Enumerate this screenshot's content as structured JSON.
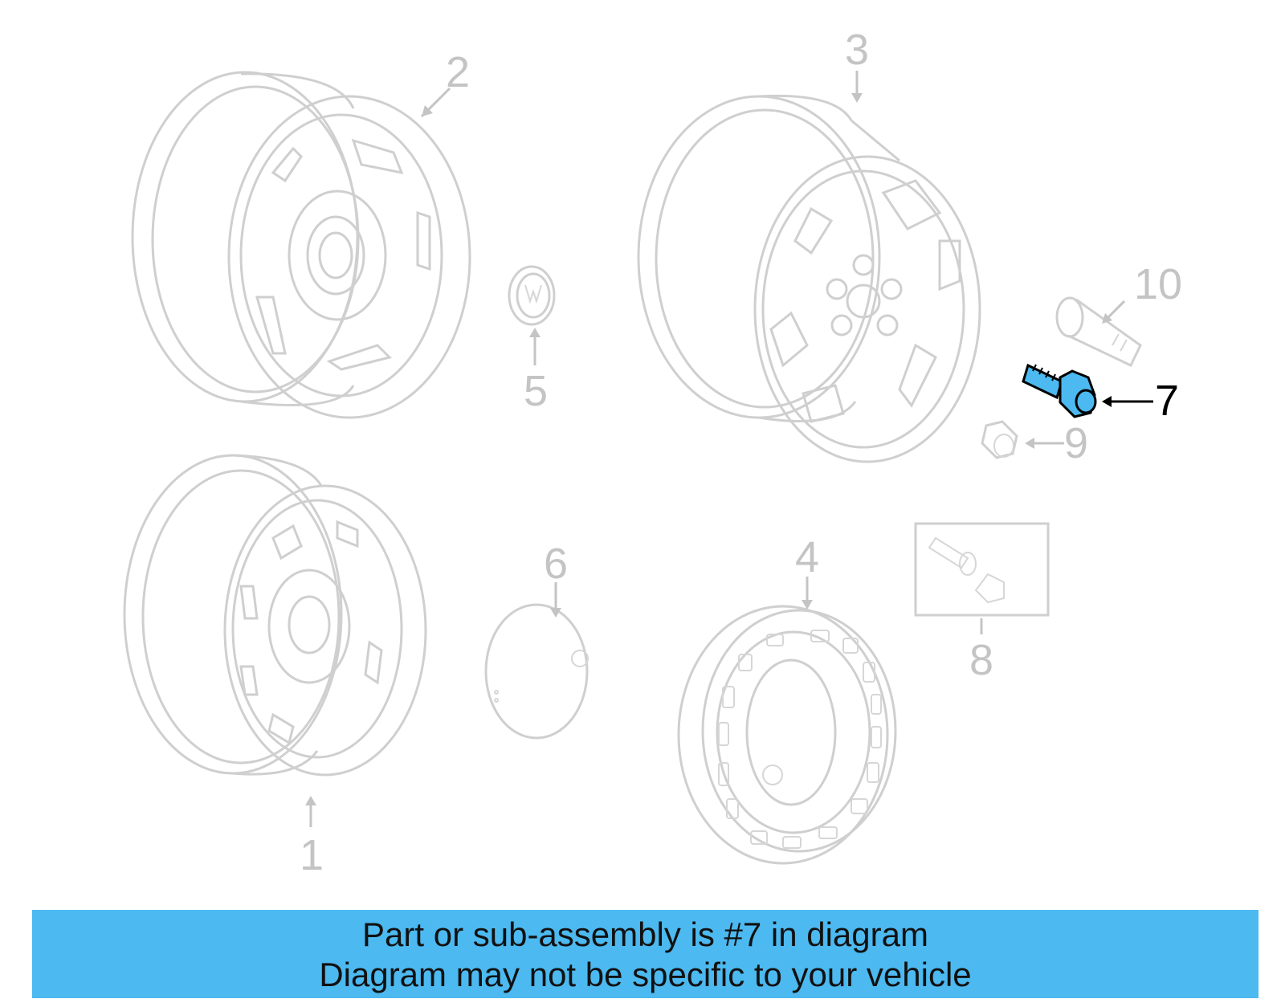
{
  "callouts": {
    "c1": "1",
    "c2": "2",
    "c3": "3",
    "c4": "4",
    "c5": "5",
    "c6": "6",
    "c7": "7",
    "c8": "8",
    "c9": "9",
    "c10": "10"
  },
  "highlighted_part": "7",
  "colors": {
    "highlight": "#4cb9f0",
    "line_art": "#cfcfcf",
    "banner": "#4cb9f0"
  },
  "banner": {
    "line1": "Part or sub-assembly is #7 in diagram",
    "line2": "Diagram may not be specific to your vehicle"
  }
}
